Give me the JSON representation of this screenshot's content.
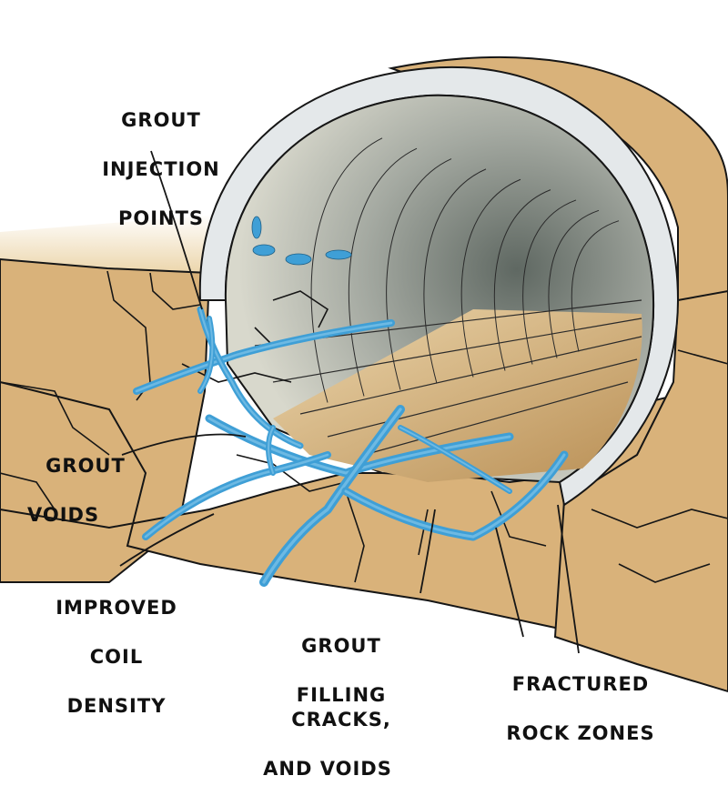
{
  "diagram": {
    "subject": "Tunnel grouting in fractured rock",
    "labels": [
      {
        "id": "grout-injection-points",
        "lines": [
          "GROUT",
          "INJECTION",
          "POINTS"
        ]
      },
      {
        "id": "grout-voids",
        "lines": [
          "GROUT",
          "VOIDS"
        ]
      },
      {
        "id": "improved-coil-density",
        "lines": [
          "IMPROVED",
          "COIL",
          "DENSITY"
        ]
      },
      {
        "id": "grout-filling-cracks",
        "lines": [
          "GROUT",
          "FILLING CRACKS,",
          "AND VOIDS"
        ]
      },
      {
        "id": "fractured-rock-zones",
        "lines": [
          "FRACTURED",
          "ROCK ZONES"
        ]
      }
    ],
    "colors": {
      "rock": "#d9b27a",
      "rock_light": "#ecd6ac",
      "rock_dark": "#b98f55",
      "lining": "#e4e8ea",
      "tunnel_inner_dark": "#5f6862",
      "tunnel_inner_light": "#d8d8cc",
      "grout": "#3f9fd6",
      "grout_light": "#8ccbeb",
      "outline": "#161616"
    }
  }
}
